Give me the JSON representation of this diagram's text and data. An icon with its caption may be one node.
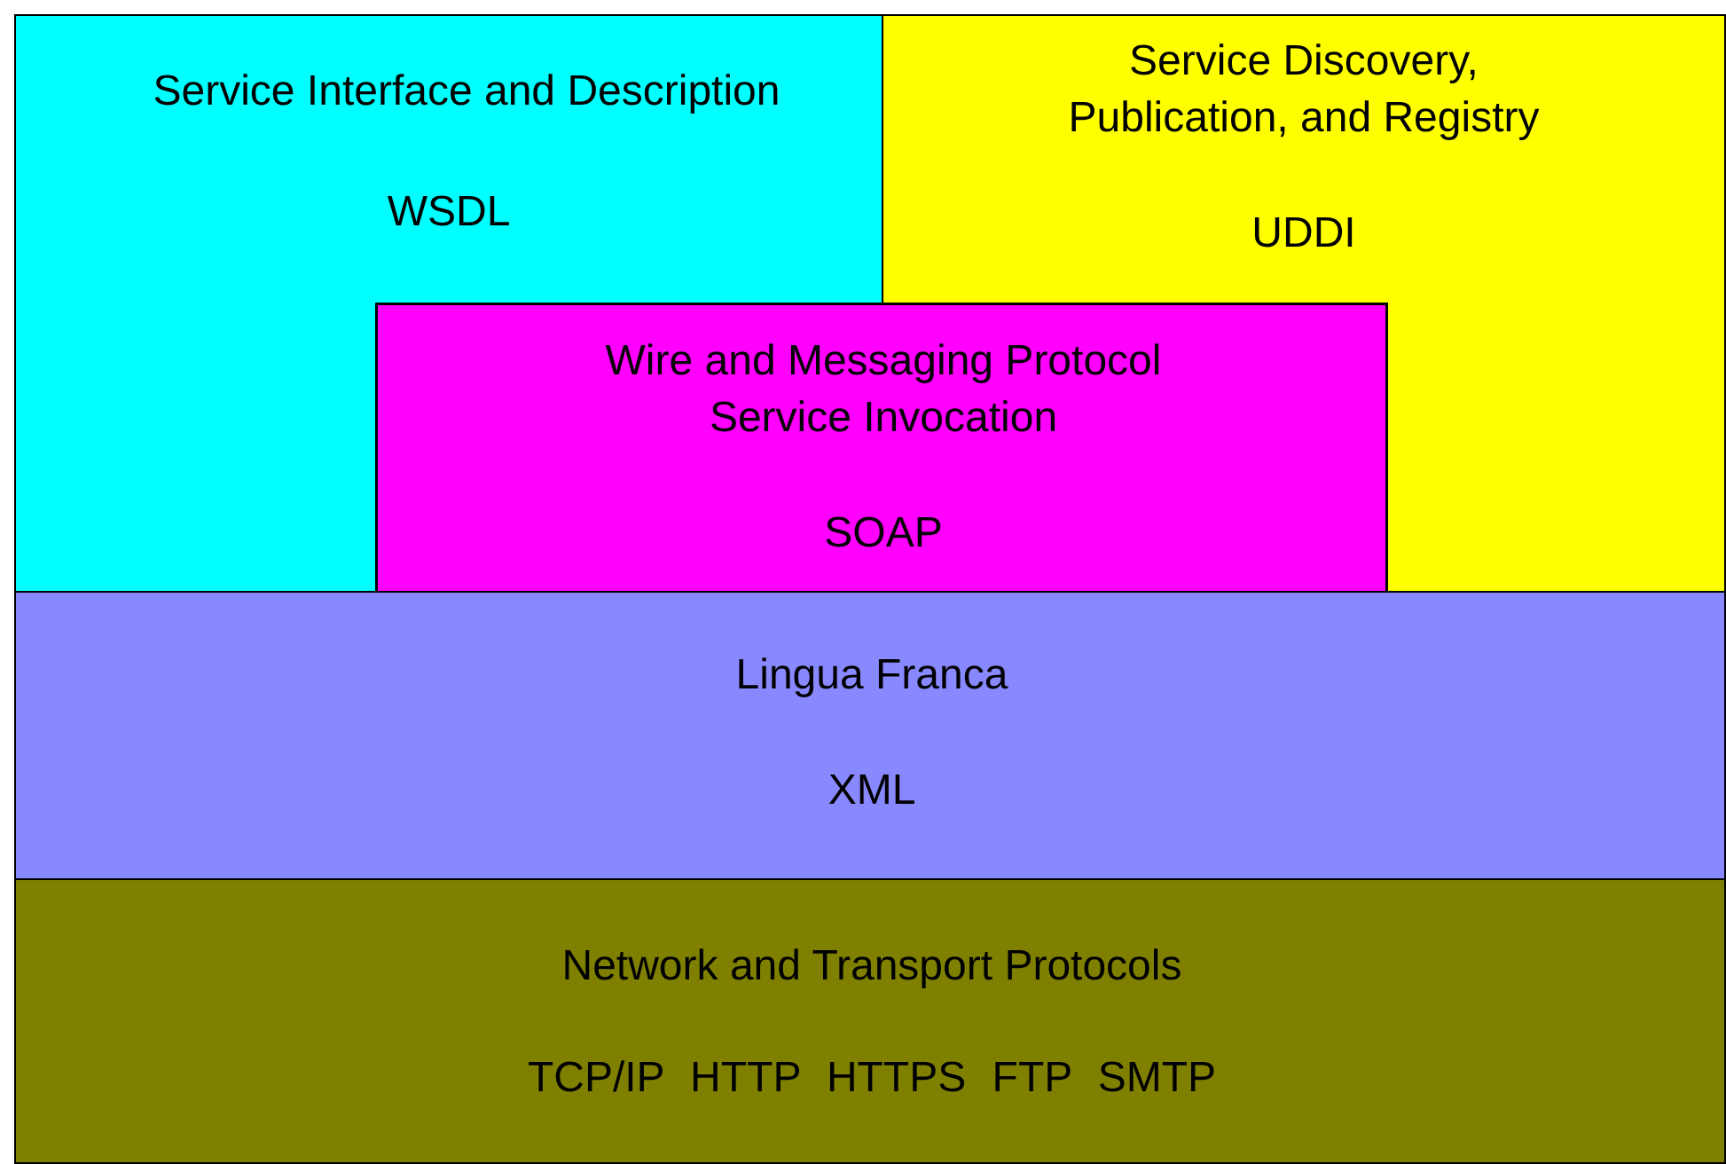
{
  "diagram": {
    "nodes": [
      {
        "text": [
          "Service Interface and Description",
          "WSDL"
        ]
      },
      {
        "text": [
          "Service Discovery, Publication, and Registry",
          "UDDI"
        ]
      },
      {
        "text": [
          "Wire and Messaging Protocol Service Invocation",
          "SOAP"
        ]
      },
      {
        "text": [
          "Lingua Franca",
          "XML"
        ]
      },
      {
        "text": [
          "Network and Transport Protocols",
          "TCP/IP HTTP HTTPS FTP SMTP"
        ]
      }
    ]
  }
}
